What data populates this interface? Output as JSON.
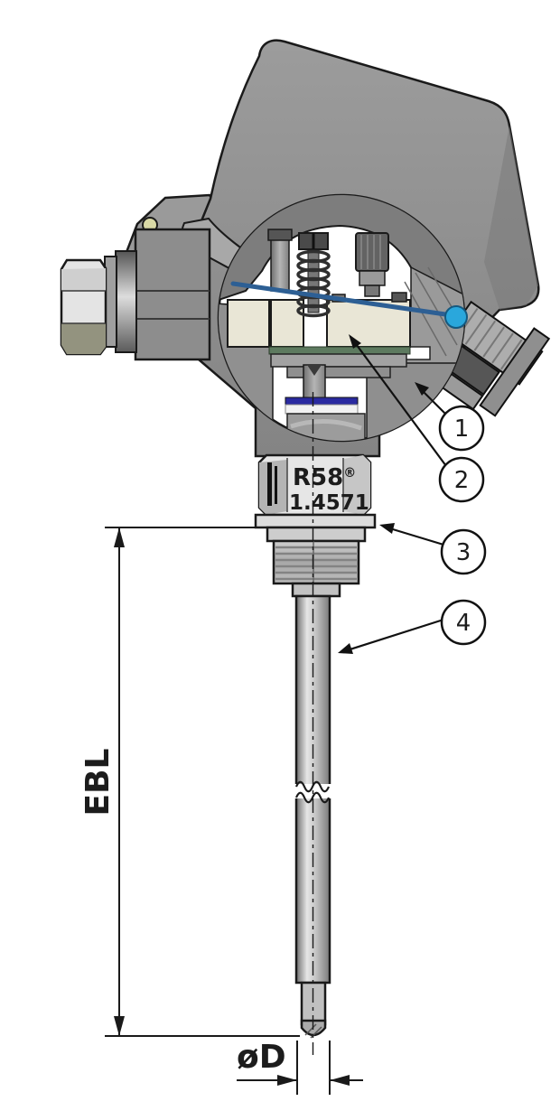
{
  "labels": {
    "ebl": "EBL",
    "diameter": "øD",
    "marking_line1": "R58",
    "marking_sup": "®",
    "marking_line2": "1.4571"
  },
  "callouts": [
    {
      "number": "1"
    },
    {
      "number": "2"
    },
    {
      "number": "3"
    },
    {
      "number": "4"
    }
  ],
  "colors": {
    "outline": "#1a1a1a",
    "housing_gray": "#8f8f8f",
    "housing_dark": "#767676",
    "housing_light": "#c9c9c9",
    "section_gray": "#7d7d7d",
    "terminal_block": "#e9e6d6",
    "wire_blue": "#2d5f94",
    "wire_tip_cyan": "#2aa7dc",
    "seal_green": "#5d7a5f",
    "oring_blue": "#2a2aa0",
    "hinge_pin": "#d9d9a6",
    "background": "#ffffff"
  }
}
